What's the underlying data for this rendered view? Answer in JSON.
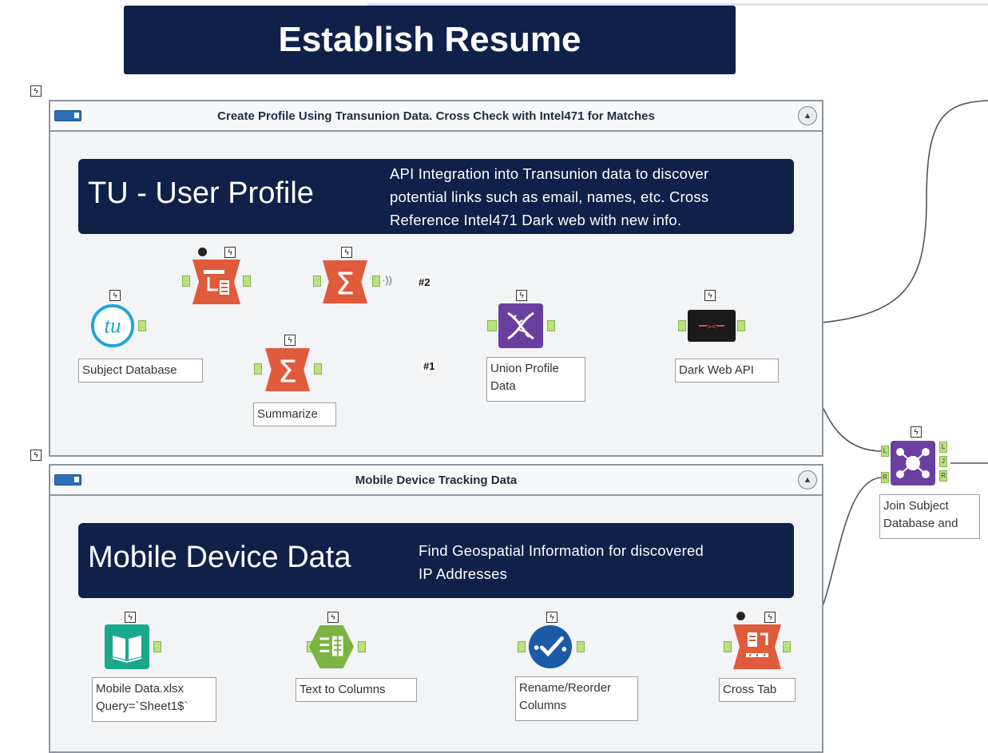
{
  "title": "Establish Resume",
  "containers": [
    {
      "header": "Create Profile Using Transunion Data. Cross Check with Intel471 for Matches",
      "banner_title": "TU - User Profile",
      "banner_desc_lines": [
        "API Integration into Transunion data to discover",
        "potential links such as email, names, etc. Cross",
        "Reference Intel471 Dark web with new info."
      ]
    },
    {
      "header": "Mobile Device Tracking Data",
      "banner_title": "Mobile Device Data",
      "banner_desc_lines": [
        "Find Geospatial Information for discovered",
        "IP Addresses"
      ]
    }
  ],
  "tools": {
    "subject_db": {
      "icon": "tu",
      "label": "Subject Database"
    },
    "summarize_top": {
      "label": ""
    },
    "summarize": {
      "label": "Summarize"
    },
    "union": {
      "label_lines": [
        "Union Profile",
        "Data"
      ]
    },
    "dark_web": {
      "label": "Dark Web API"
    },
    "join": {
      "label_lines": [
        "Join Subject",
        "Database and"
      ]
    },
    "mobile_input": {
      "label_lines": [
        "Mobile Data.xlsx",
        "Query=`Sheet1$`"
      ]
    },
    "text_to_columns": {
      "label": "Text to Columns"
    },
    "rename": {
      "label_lines": [
        "Rename/Reorder",
        "Columns"
      ]
    },
    "cross_tab": {
      "label": "Cross Tab"
    }
  },
  "connection_tags": {
    "hash2": "#2",
    "hash1": "#1"
  },
  "anchor_labels": {
    "join_left": "L",
    "join_right": "R",
    "join_out_l": "L",
    "join_out_j": "J",
    "join_out_r": "R"
  },
  "flag_glyph": "ϟ",
  "colors": {
    "banner": "#0f2149",
    "summarize": "#e05a3c",
    "union": "#6b3fa0",
    "join": "#6b3fa0",
    "input": "#1aa88a",
    "text_to_columns": "#7cb342",
    "rename": "#1b5aa6",
    "anchor": "#b7e27d"
  }
}
